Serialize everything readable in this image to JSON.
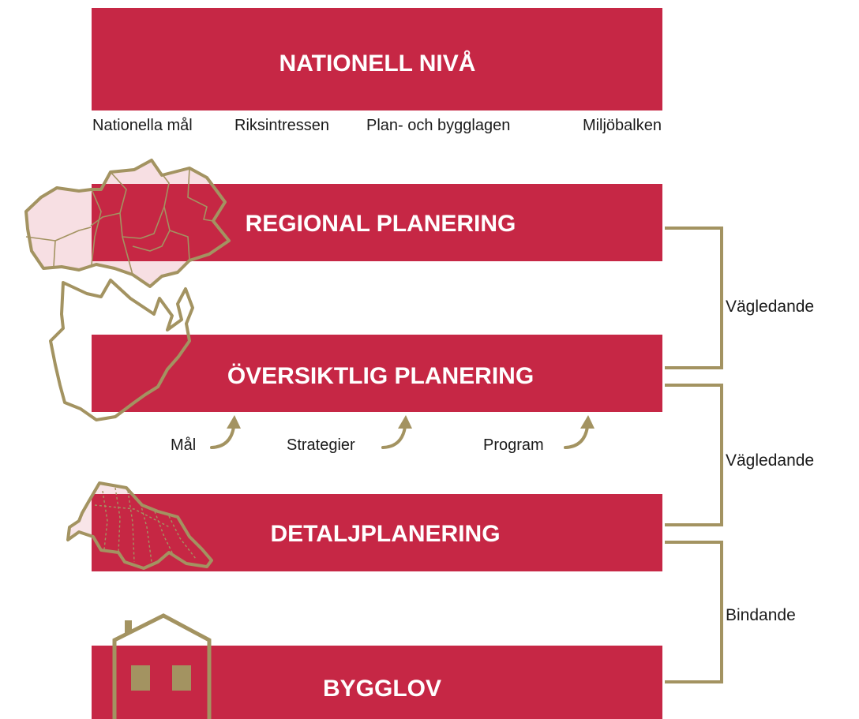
{
  "colors": {
    "bar": "#c62745",
    "gold": "#a39361",
    "text": "#1a1a1a",
    "bar_text": "#ffffff"
  },
  "levels": {
    "national": "NATIONELL NIVÅ",
    "regional": "REGIONAL PLANERING",
    "comprehensive": "ÖVERSIKTLIG PLANERING",
    "detailed": "DETALJPLANERING",
    "permit": "BYGGLOV"
  },
  "national_instruments": [
    "Nationella mål",
    "Riksintressen",
    "Plan- och bygglagen",
    "Miljöbalken"
  ],
  "comprehensive_inputs": [
    "Mål",
    "Strategier",
    "Program"
  ],
  "relations": [
    "Vägledande",
    "Vägledande",
    "Bindande"
  ],
  "icons": [
    "region-map-icon",
    "municipality-map-icon",
    "detail-plan-map-icon",
    "house-icon",
    "curved-arrow-icon"
  ]
}
